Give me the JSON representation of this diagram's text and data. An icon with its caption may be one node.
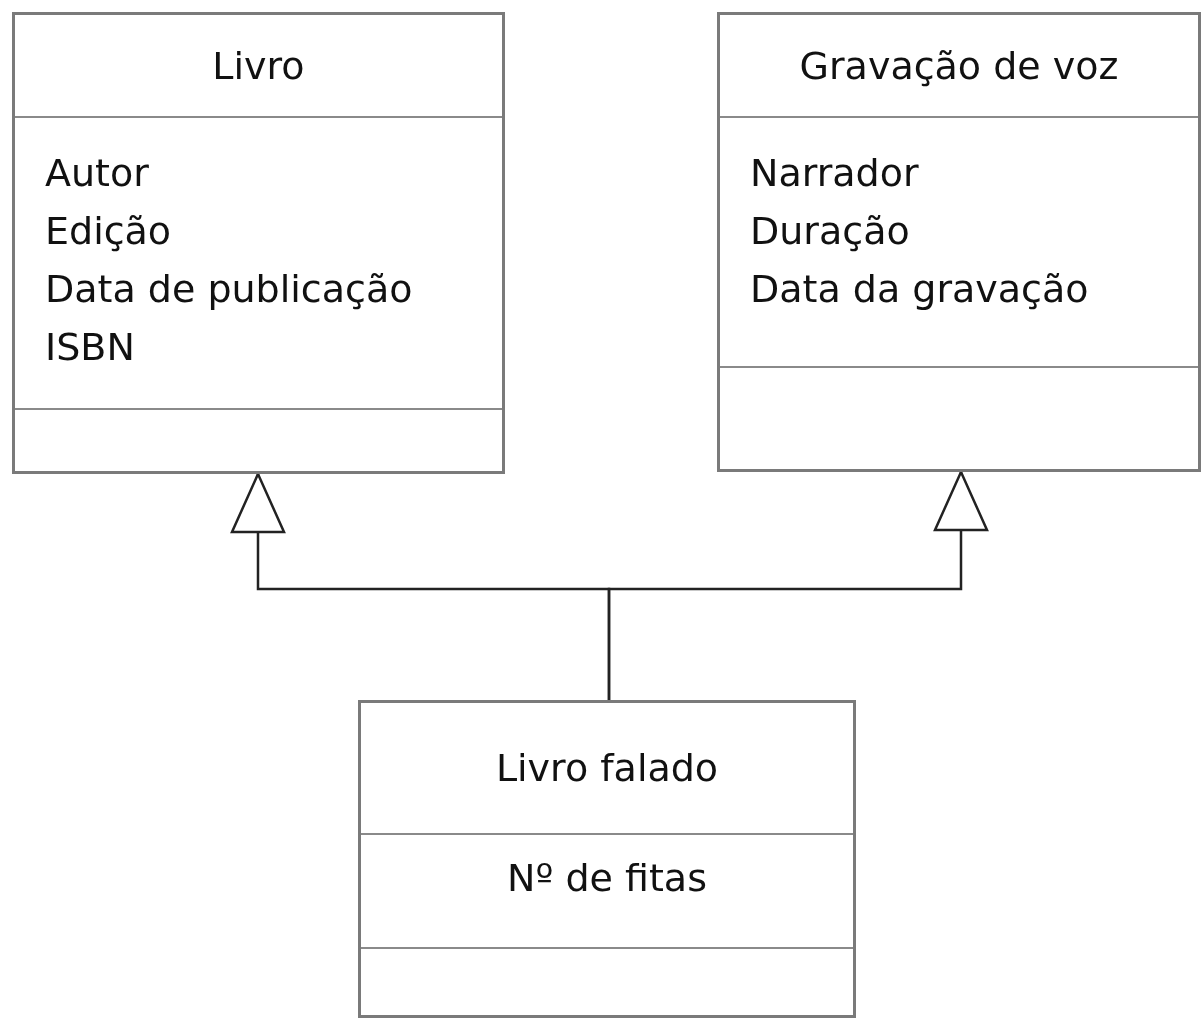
{
  "diagram": {
    "nodes": [
      {
        "text": [
          "Livro",
          "Autor",
          "Edição",
          "Data de publicação",
          "ISBN"
        ]
      },
      {
        "text": [
          "Gravação de voz",
          "Narrador",
          "Duração",
          "Data da gravação"
        ]
      },
      {
        "text": [
          "Livro falado",
          "Nº de fitas"
        ]
      }
    ],
    "edges": [
      {
        "from": 2,
        "to": 0,
        "arrow": "to"
      },
      {
        "from": 2,
        "to": 1,
        "arrow": "to"
      }
    ]
  }
}
